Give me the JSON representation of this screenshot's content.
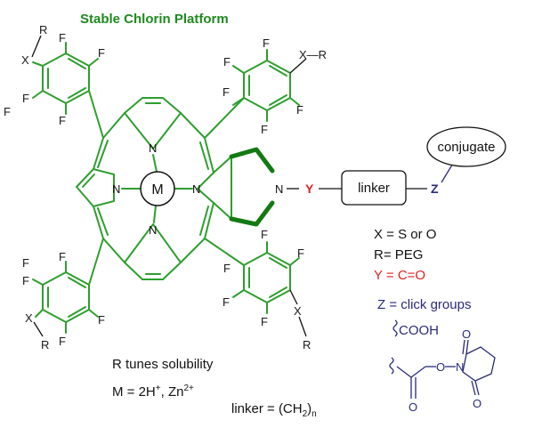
{
  "title": "Stable Chlorin Platform",
  "core": {
    "metal": "M",
    "nitrogen": "N",
    "fluorine": "F",
    "x_label": "X",
    "r_label": "R",
    "x_r_label": "X—R"
  },
  "chain": {
    "n_label": "N",
    "y_label": "Y",
    "linker_box": "linker",
    "z_label": "Z",
    "conjugate": "conjugate"
  },
  "legend": {
    "x_def": "X = S or O",
    "r_def": "R= PEG",
    "y_def": "Y = C=O",
    "z_def": "Z = click groups",
    "cooh": "COOH",
    "nhs_o": "O",
    "nhs_n": "N",
    "nhs_o_top": "O",
    "nhs_o_bottom": "O",
    "nhs_o_carbonyl": "O"
  },
  "notes": {
    "r_tunes": "R tunes solubility",
    "m_def_prefix": "M = 2H",
    "m_def_sup1": "+",
    "m_def_mid": ", Zn",
    "m_def_sup2": "2+",
    "linker_def_prefix": "linker = (CH",
    "linker_def_sub2": "2",
    "linker_def_close": ")",
    "linker_def_subn": "n"
  },
  "colors": {
    "title": "#1f8a1f",
    "bonds": "#2e9e2e",
    "y_red": "#e02020",
    "z_navy": "#2a2a7a"
  }
}
